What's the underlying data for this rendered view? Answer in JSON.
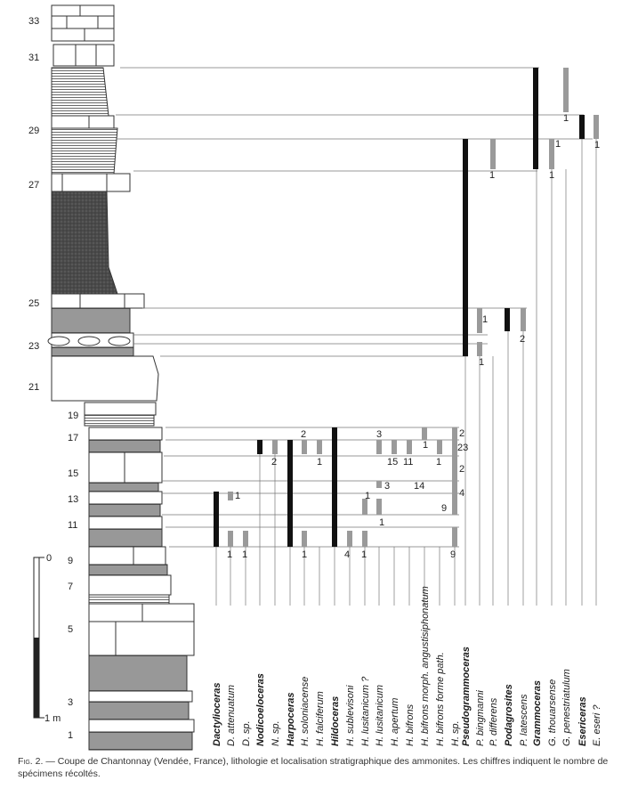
{
  "bed_labels": [
    "33",
    "31",
    "29",
    "27",
    "25",
    "23",
    "21",
    "19",
    "17",
    "15",
    "13",
    "11",
    "9",
    "7",
    "5",
    "3",
    "1"
  ],
  "scale_bar": {
    "top_label": "0",
    "bottom_label": "1 m"
  },
  "taxa": [
    {
      "label": "Dactylioceras",
      "bold": true
    },
    {
      "label": "D. attenuatum",
      "bold": false
    },
    {
      "label": "D. sp.",
      "bold": false
    },
    {
      "label": "Nodicoeloceras",
      "bold": true
    },
    {
      "label": "N. sp.",
      "bold": false
    },
    {
      "label": "Harpoceras",
      "bold": true
    },
    {
      "label": "H. soloniacense",
      "bold": false
    },
    {
      "label": "H. falciferum",
      "bold": false
    },
    {
      "label": "Hildoceras",
      "bold": true
    },
    {
      "label": "H. sublevisoni",
      "bold": false
    },
    {
      "label": "H. lusitanicum ?",
      "bold": false
    },
    {
      "label": "H. lusitanicum",
      "bold": false
    },
    {
      "label": "H. apertum",
      "bold": false
    },
    {
      "label": "H. bifrons",
      "bold": false
    },
    {
      "label": "H. bifrons morph. angustisiphonatum",
      "bold": false
    },
    {
      "label": "H. bifrons forme path.",
      "bold": false
    },
    {
      "label": "H. sp.",
      "bold": false
    },
    {
      "label": "Pseudogrammoceras",
      "bold": true
    },
    {
      "label": "P. bingmanni",
      "bold": false
    },
    {
      "label": "P. differens",
      "bold": false
    },
    {
      "label": "Podagrosites",
      "bold": true
    },
    {
      "label": "P. latescens",
      "bold": false
    },
    {
      "label": "Grammoceras",
      "bold": true
    },
    {
      "label": "G. thouarsense",
      "bold": false
    },
    {
      "label": "G. penestriatulum",
      "bold": false
    },
    {
      "label": "Esericeras",
      "bold": true
    },
    {
      "label": "E. eseri ?",
      "bold": false
    }
  ],
  "specimen_counts": [
    "1",
    "1",
    "2",
    "1",
    "1",
    "2",
    "1",
    "4",
    "1",
    "3",
    "1",
    "1",
    "14",
    "3",
    "15",
    "11",
    "1",
    "1",
    "9",
    "2",
    "23",
    "2",
    "4",
    "9",
    "1",
    "1",
    "1",
    "2",
    "1",
    "1",
    "1",
    "1"
  ],
  "caption": {
    "fig_label": "Fig. 2.",
    "text": " — Coupe de Chantonnay (Vendée, France), lithologie et localisation stratigraphique des ammonites. Les chiffres indiquent le nombre de spécimens récoltés."
  },
  "colors": {
    "ink": "#1a1a1a",
    "range_bar": "#111111",
    "specimen_bar": "#9a9a9a",
    "line": "#666666"
  }
}
